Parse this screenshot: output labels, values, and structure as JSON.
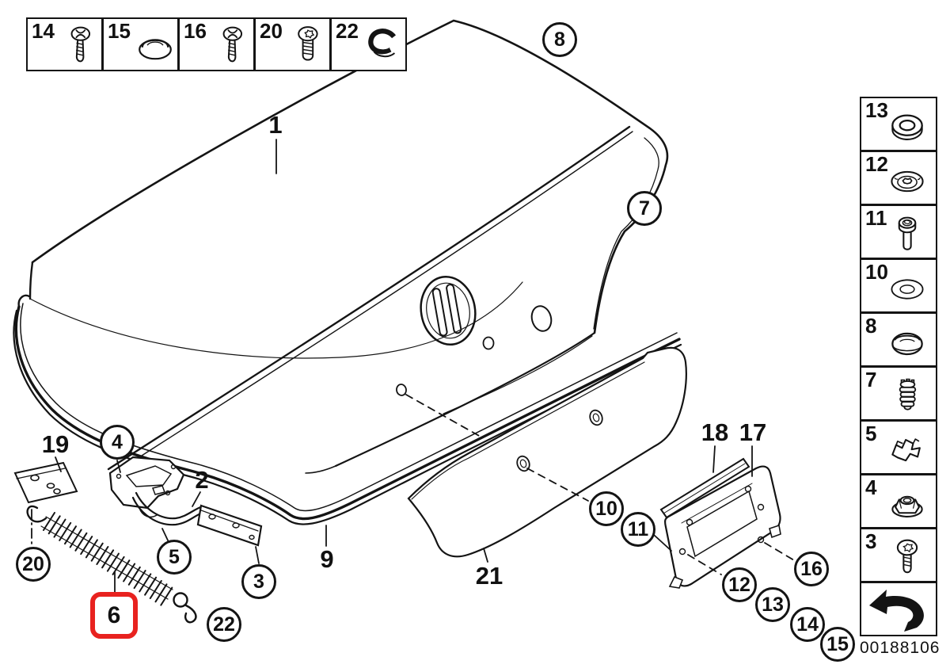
{
  "document": {
    "number": "00188106"
  },
  "colors": {
    "line": "#141414",
    "highlight": "#e8221f",
    "background": "#ffffff"
  },
  "top_parts_strip": {
    "items": [
      {
        "label": "14",
        "icon": "phillips-pan-head-screw-icon"
      },
      {
        "label": "15",
        "icon": "grommet-icon"
      },
      {
        "label": "16",
        "icon": "phillips-pan-head-screw-icon"
      },
      {
        "label": "20",
        "icon": "torx-pan-head-screw-icon"
      },
      {
        "label": "22",
        "icon": "spring-hook-clip-icon"
      }
    ]
  },
  "right_parts_strip": {
    "items": [
      {
        "label": "13",
        "icon": "round-spacer-washer-icon"
      },
      {
        "label": "12",
        "icon": "serrated-washer-icon"
      },
      {
        "label": "11",
        "icon": "socket-head-bolt-icon"
      },
      {
        "label": "10",
        "icon": "flat-washer-icon"
      },
      {
        "label": "8",
        "icon": "blind-plug-icon"
      },
      {
        "label": "7",
        "icon": "ribbed-expansion-rivet-icon"
      },
      {
        "label": "5",
        "icon": "retaining-clip-icon"
      },
      {
        "label": "4",
        "icon": "hex-flange-nut-icon"
      },
      {
        "label": "3",
        "icon": "torx-screw-icon"
      }
    ],
    "footer": {
      "icon": "direction-arrow-icon"
    }
  },
  "callouts": {
    "circled": [
      {
        "label": "8"
      },
      {
        "label": "7"
      },
      {
        "label": "4"
      },
      {
        "label": "20"
      },
      {
        "label": "5"
      },
      {
        "label": "3"
      },
      {
        "label": "22"
      },
      {
        "label": "10"
      },
      {
        "label": "11"
      },
      {
        "label": "12"
      },
      {
        "label": "13"
      },
      {
        "label": "14"
      },
      {
        "label": "15"
      },
      {
        "label": "16"
      }
    ],
    "plain": [
      {
        "label": "1"
      },
      {
        "label": "2"
      },
      {
        "label": "19"
      },
      {
        "label": "9"
      },
      {
        "label": "21"
      },
      {
        "label": "18"
      },
      {
        "label": "17"
      }
    ],
    "highlighted": {
      "label": "6"
    }
  }
}
